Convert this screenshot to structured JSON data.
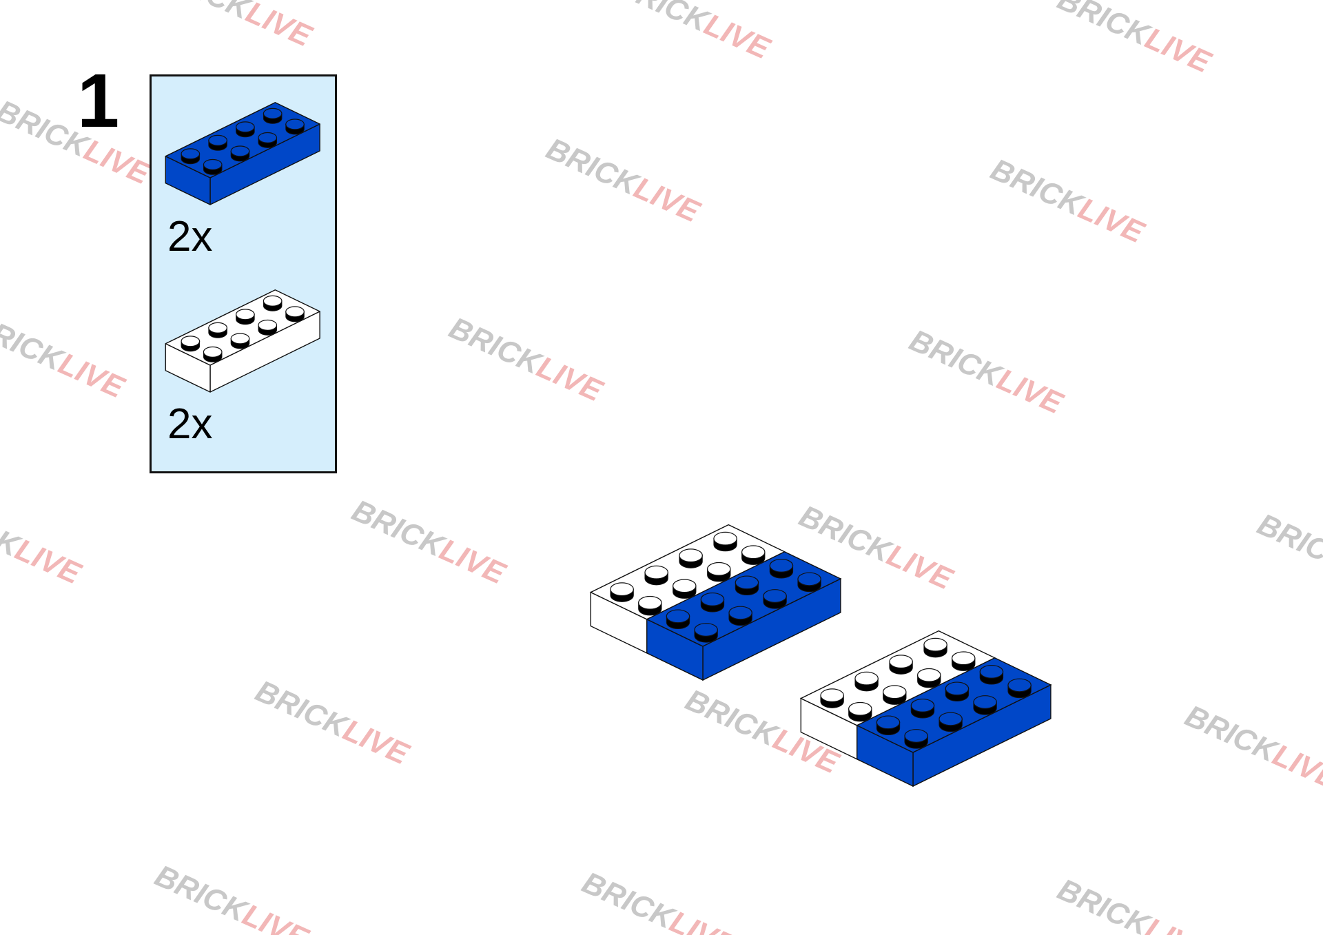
{
  "step": {
    "number": "1"
  },
  "parts_list": {
    "items": [
      {
        "part": "brick-2x4",
        "color": "#0047c8",
        "quantity": "2x"
      },
      {
        "part": "brick-2x4",
        "color": "#ffffff",
        "quantity": "2x"
      }
    ]
  },
  "assembly": {
    "description_icons": [
      "white-blue-brick-pair",
      "white-blue-brick-pair"
    ]
  },
  "watermark": {
    "part1": "BRICK",
    "part2": "LIVE",
    "color1": "#c8c8c8",
    "color2": "#f2b7b7"
  },
  "colors": {
    "blue": "#0047c8",
    "panel": "#d5eefc",
    "outline": "#111111"
  }
}
